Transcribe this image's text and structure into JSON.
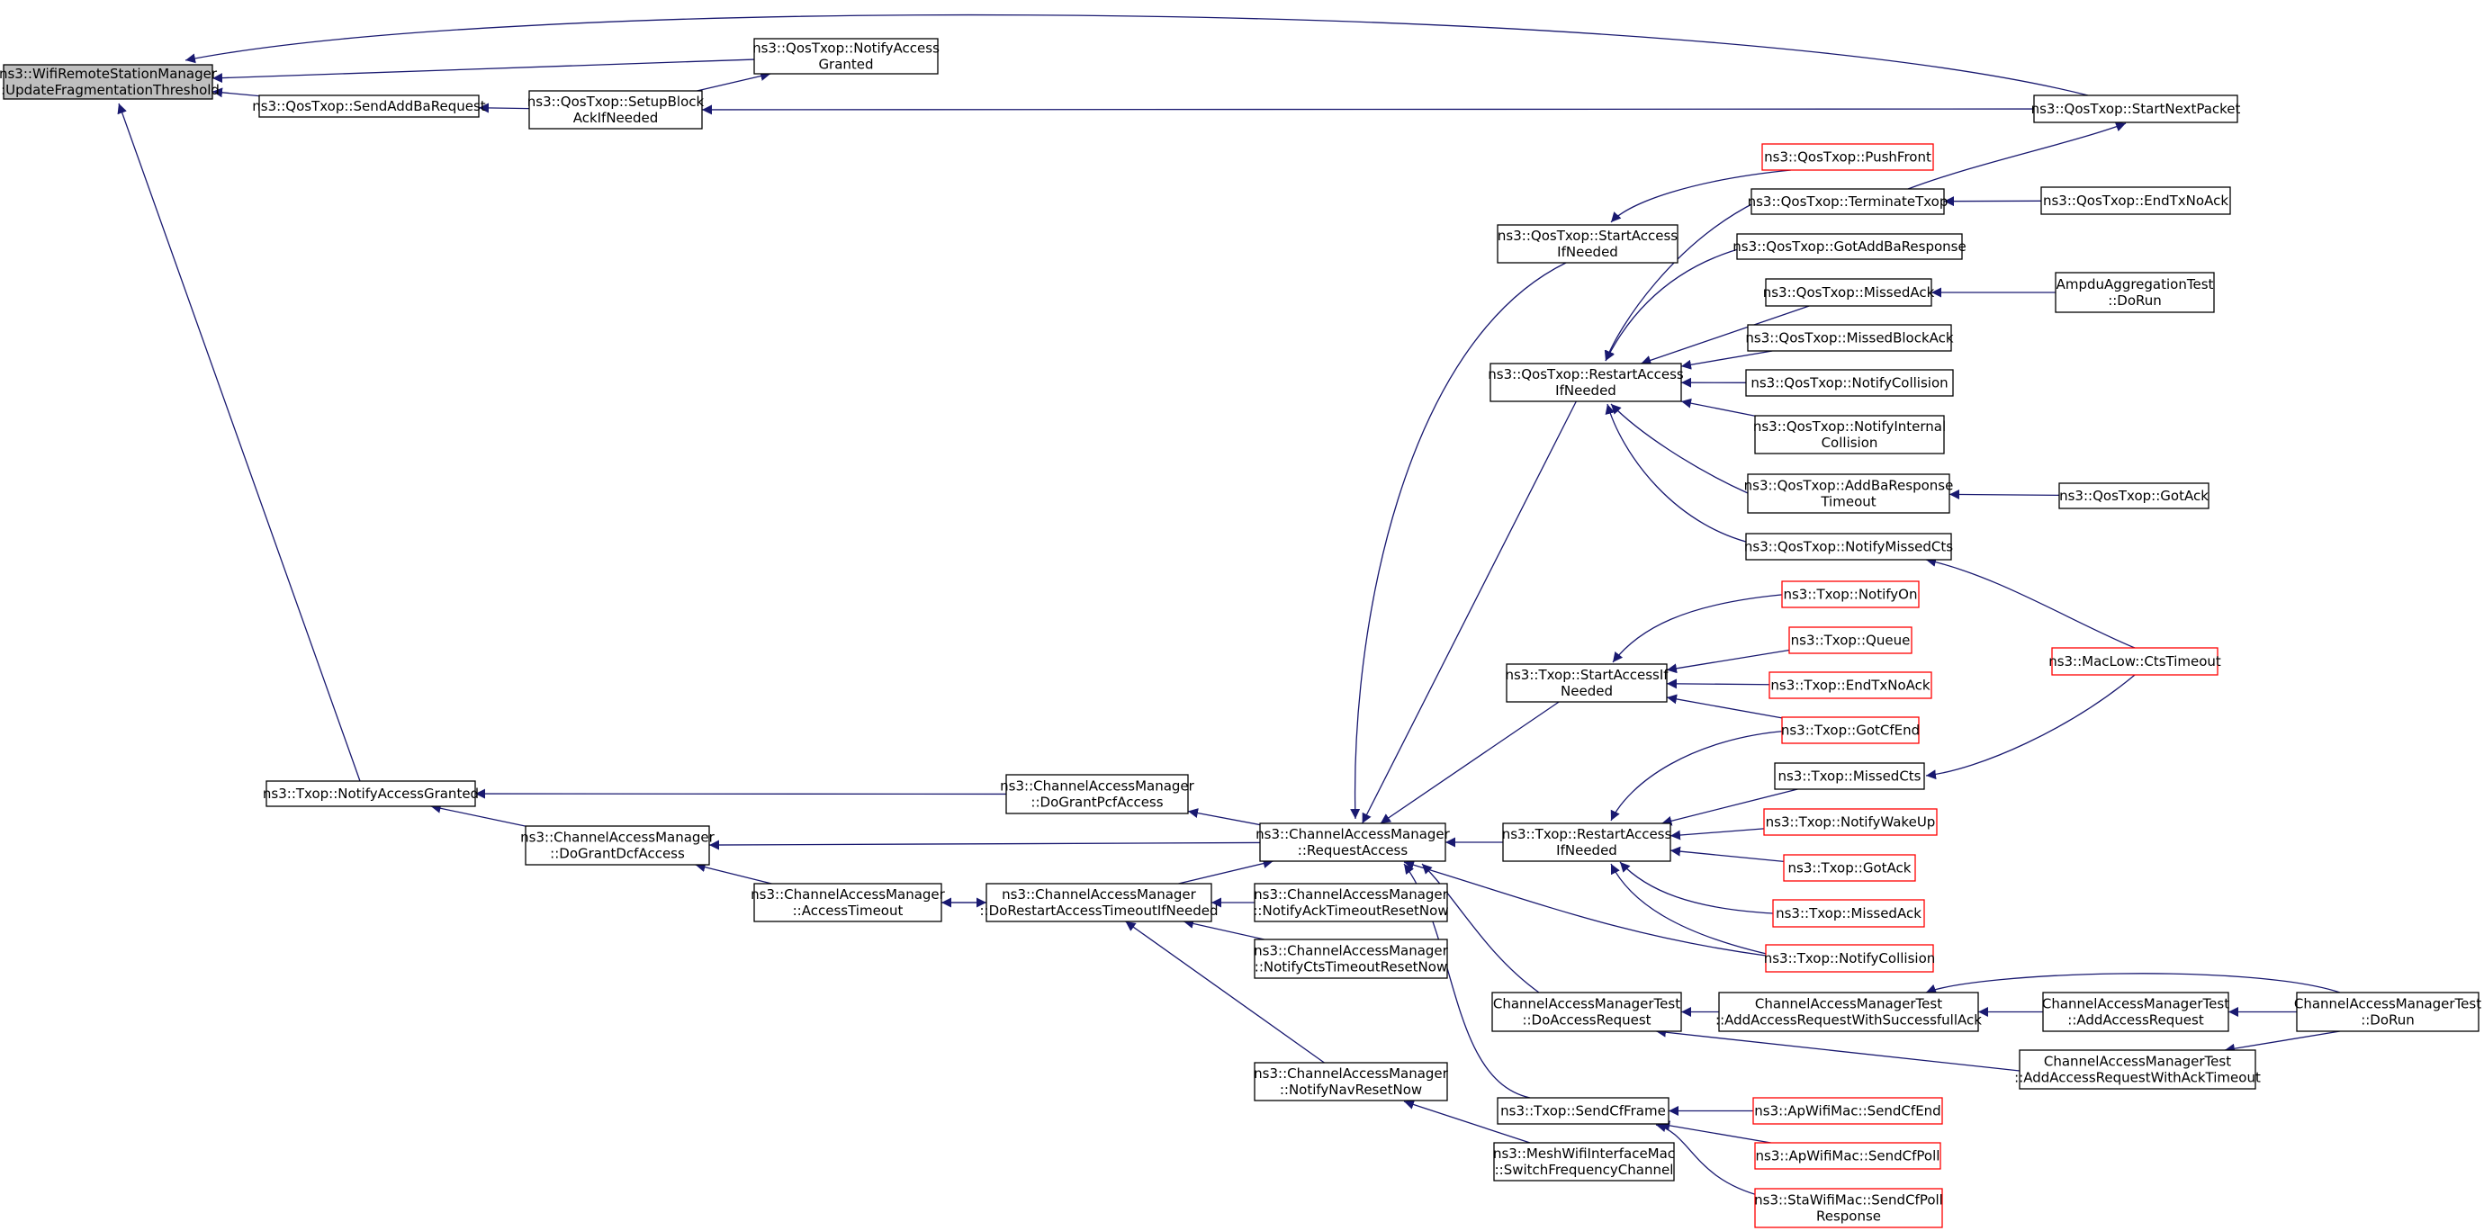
{
  "diagram": {
    "nodes": [
      {
        "id": "root",
        "lines": [
          "ns3::WifiRemoteStationManager",
          "::UpdateFragmentationThreshold"
        ],
        "border": "black",
        "selected": true
      },
      {
        "id": "qos_nag",
        "lines": [
          "ns3::QosTxop::NotifyAccess",
          "Granted"
        ],
        "border": "black"
      },
      {
        "id": "qos_sendaddba",
        "lines": [
          "ns3::QosTxop::SendAddBaRequest"
        ],
        "border": "black"
      },
      {
        "id": "qos_setupblock",
        "lines": [
          "ns3::QosTxop::SetupBlock",
          "AckIfNeeded"
        ],
        "border": "black"
      },
      {
        "id": "qos_startnext",
        "lines": [
          "ns3::QosTxop::StartNextPacket"
        ],
        "border": "black"
      },
      {
        "id": "qos_pushfront",
        "lines": [
          "ns3::QosTxop::PushFront"
        ],
        "border": "red"
      },
      {
        "id": "qos_terminate",
        "lines": [
          "ns3::QosTxop::TerminateTxop"
        ],
        "border": "black"
      },
      {
        "id": "qos_endtxnoack",
        "lines": [
          "ns3::QosTxop::EndTxNoAck"
        ],
        "border": "black"
      },
      {
        "id": "qos_startaccess",
        "lines": [
          "ns3::QosTxop::StartAccess",
          "IfNeeded"
        ],
        "border": "black"
      },
      {
        "id": "qos_gotaddba",
        "lines": [
          "ns3::QosTxop::GotAddBaResponse"
        ],
        "border": "black"
      },
      {
        "id": "qos_missedack",
        "lines": [
          "ns3::QosTxop::MissedAck"
        ],
        "border": "black"
      },
      {
        "id": "ampdu",
        "lines": [
          "AmpduAggregationTest",
          "::DoRun"
        ],
        "border": "black"
      },
      {
        "id": "qos_missedblock",
        "lines": [
          "ns3::QosTxop::MissedBlockAck"
        ],
        "border": "black"
      },
      {
        "id": "qos_restart",
        "lines": [
          "ns3::QosTxop::RestartAccess",
          "IfNeeded"
        ],
        "border": "black"
      },
      {
        "id": "qos_notifycoll",
        "lines": [
          "ns3::QosTxop::NotifyCollision"
        ],
        "border": "black"
      },
      {
        "id": "qos_notifyint",
        "lines": [
          "ns3::QosTxop::NotifyInternal",
          "Collision"
        ],
        "border": "black"
      },
      {
        "id": "qos_addbatimeout",
        "lines": [
          "ns3::QosTxop::AddBaResponse",
          "Timeout"
        ],
        "border": "black"
      },
      {
        "id": "qos_gotack",
        "lines": [
          "ns3::QosTxop::GotAck"
        ],
        "border": "black"
      },
      {
        "id": "qos_missedcts",
        "lines": [
          "ns3::QosTxop::NotifyMissedCts"
        ],
        "border": "black"
      },
      {
        "id": "tx_notifyon",
        "lines": [
          "ns3::Txop::NotifyOn"
        ],
        "border": "red"
      },
      {
        "id": "tx_queue",
        "lines": [
          "ns3::Txop::Queue"
        ],
        "border": "red"
      },
      {
        "id": "tx_startaccess",
        "lines": [
          "ns3::Txop::StartAccessIf",
          "Needed"
        ],
        "border": "black"
      },
      {
        "id": "tx_endtxnoack",
        "lines": [
          "ns3::Txop::EndTxNoAck"
        ],
        "border": "red"
      },
      {
        "id": "maclow_cts",
        "lines": [
          "ns3::MacLow::CtsTimeout"
        ],
        "border": "red"
      },
      {
        "id": "tx_gotcfend",
        "lines": [
          "ns3::Txop::GotCfEnd"
        ],
        "border": "red"
      },
      {
        "id": "tx_missedcts",
        "lines": [
          "ns3::Txop::MissedCts"
        ],
        "border": "black"
      },
      {
        "id": "tx_nag",
        "lines": [
          "ns3::Txop::NotifyAccessGranted"
        ],
        "border": "black"
      },
      {
        "id": "cam_dogrant_pcf",
        "lines": [
          "ns3::ChannelAccessManager",
          "::DoGrantPcfAccess"
        ],
        "border": "black"
      },
      {
        "id": "cam_dogrant_dcf",
        "lines": [
          "ns3::ChannelAccessManager",
          "::DoGrantDcfAccess"
        ],
        "border": "black"
      },
      {
        "id": "cam_reqaccess",
        "lines": [
          "ns3::ChannelAccessManager",
          "::RequestAccess"
        ],
        "border": "black"
      },
      {
        "id": "tx_restart",
        "lines": [
          "ns3::Txop::RestartAccess",
          "IfNeeded"
        ],
        "border": "black"
      },
      {
        "id": "tx_wakeup",
        "lines": [
          "ns3::Txop::NotifyWakeUp"
        ],
        "border": "red"
      },
      {
        "id": "tx_gotack",
        "lines": [
          "ns3::Txop::GotAck"
        ],
        "border": "red"
      },
      {
        "id": "cam_accesstimeout",
        "lines": [
          "ns3::ChannelAccessManager",
          "::AccessTimeout"
        ],
        "border": "black"
      },
      {
        "id": "cam_dorestart",
        "lines": [
          "ns3::ChannelAccessManager",
          "::DoRestartAccessTimeoutIfNeeded"
        ],
        "border": "black"
      },
      {
        "id": "cam_ackreset",
        "lines": [
          "ns3::ChannelAccessManager",
          "::NotifyAckTimeoutResetNow"
        ],
        "border": "black"
      },
      {
        "id": "tx_missedack",
        "lines": [
          "ns3::Txop::MissedAck"
        ],
        "border": "red"
      },
      {
        "id": "tx_notifycoll",
        "lines": [
          "ns3::Txop::NotifyCollision"
        ],
        "border": "red"
      },
      {
        "id": "cam_ctsreset",
        "lines": [
          "ns3::ChannelAccessManager",
          "::NotifyCtsTimeoutResetNow"
        ],
        "border": "black"
      },
      {
        "id": "camt_doaccess",
        "lines": [
          "ChannelAccessManagerTest",
          "::DoAccessRequest"
        ],
        "border": "black"
      },
      {
        "id": "camt_addsuccess",
        "lines": [
          "ChannelAccessManagerTest",
          "::AddAccessRequestWithSuccessfullAck"
        ],
        "border": "black"
      },
      {
        "id": "camt_addreq",
        "lines": [
          "ChannelAccessManagerTest",
          "::AddAccessRequest"
        ],
        "border": "black"
      },
      {
        "id": "camt_dorun",
        "lines": [
          "ChannelAccessManagerTest",
          "::DoRun"
        ],
        "border": "black"
      },
      {
        "id": "camt_addack",
        "lines": [
          "ChannelAccessManagerTest",
          "::AddAccessRequestWithAckTimeout"
        ],
        "border": "black"
      },
      {
        "id": "cam_navreset",
        "lines": [
          "ns3::ChannelAccessManager",
          "::NotifyNavResetNow"
        ],
        "border": "black"
      },
      {
        "id": "tx_sendcfframe",
        "lines": [
          "ns3::Txop::SendCfFrame"
        ],
        "border": "black"
      },
      {
        "id": "ap_sendcfend",
        "lines": [
          "ns3::ApWifiMac::SendCfEnd"
        ],
        "border": "red"
      },
      {
        "id": "ap_sendcfpoll",
        "lines": [
          "ns3::ApWifiMac::SendCfPoll"
        ],
        "border": "red"
      },
      {
        "id": "mesh_switch",
        "lines": [
          "ns3::MeshWifiInterfaceMac",
          "::SwitchFrequencyChannel"
        ],
        "border": "black"
      },
      {
        "id": "sta_sendcfpoll",
        "lines": [
          "ns3::StaWifiMac::SendCfPoll",
          "Response"
        ],
        "border": "red"
      }
    ],
    "edges": [
      [
        "qos_startnext",
        "root"
      ],
      [
        "qos_nag",
        "root"
      ],
      [
        "qos_sendaddba",
        "root"
      ],
      [
        "tx_nag",
        "root"
      ],
      [
        "qos_setupblock",
        "qos_sendaddba"
      ],
      [
        "qos_setupblock",
        "qos_nag"
      ],
      [
        "qos_startnext",
        "qos_setupblock"
      ],
      [
        "qos_terminate",
        "qos_startnext"
      ],
      [
        "qos_pushfront",
        "qos_startaccess"
      ],
      [
        "qos_endtxnoack",
        "qos_terminate"
      ],
      [
        "qos_startaccess",
        "cam_reqaccess"
      ],
      [
        "qos_restart",
        "cam_reqaccess"
      ],
      [
        "qos_terminate",
        "qos_restart"
      ],
      [
        "qos_gotaddba",
        "qos_restart"
      ],
      [
        "qos_missedack",
        "qos_restart"
      ],
      [
        "qos_missedblock",
        "qos_restart"
      ],
      [
        "qos_notifycoll",
        "qos_restart"
      ],
      [
        "qos_notifyint",
        "qos_restart"
      ],
      [
        "qos_addbatimeout",
        "qos_restart"
      ],
      [
        "qos_missedcts",
        "qos_restart"
      ],
      [
        "ampdu",
        "qos_missedack"
      ],
      [
        "qos_gotack",
        "qos_addbatimeout"
      ],
      [
        "maclow_cts",
        "qos_missedcts"
      ],
      [
        "tx_startaccess",
        "cam_reqaccess"
      ],
      [
        "tx_notifyon",
        "tx_startaccess"
      ],
      [
        "tx_queue",
        "tx_startaccess"
      ],
      [
        "tx_endtxnoack",
        "tx_startaccess"
      ],
      [
        "tx_gotcfend",
        "tx_startaccess"
      ],
      [
        "maclow_cts",
        "tx_missedcts"
      ],
      [
        "tx_restart",
        "cam_reqaccess"
      ],
      [
        "tx_gotcfend",
        "tx_restart"
      ],
      [
        "tx_missedcts",
        "tx_restart"
      ],
      [
        "tx_wakeup",
        "tx_restart"
      ],
      [
        "tx_gotack",
        "tx_restart"
      ],
      [
        "tx_missedack",
        "tx_restart"
      ],
      [
        "tx_notifycoll",
        "tx_restart"
      ],
      [
        "tx_notifycoll",
        "cam_reqaccess"
      ],
      [
        "cam_dogrant_pcf",
        "tx_nag"
      ],
      [
        "cam_dogrant_dcf",
        "tx_nag"
      ],
      [
        "cam_reqaccess",
        "cam_dogrant_pcf"
      ],
      [
        "cam_reqaccess",
        "cam_dogrant_dcf"
      ],
      [
        "cam_accesstimeout",
        "cam_dogrant_dcf"
      ],
      [
        "cam_dorestart",
        "cam_accesstimeout"
      ],
      [
        "cam_accesstimeout",
        "cam_dorestart"
      ],
      [
        "cam_dorestart",
        "cam_reqaccess"
      ],
      [
        "cam_ackreset",
        "cam_dorestart"
      ],
      [
        "cam_ctsreset",
        "cam_dorestart"
      ],
      [
        "cam_navreset",
        "cam_dorestart"
      ],
      [
        "camt_doaccess",
        "cam_reqaccess"
      ],
      [
        "tx_sendcfframe",
        "cam_reqaccess"
      ],
      [
        "camt_addsuccess",
        "camt_doaccess"
      ],
      [
        "camt_addack",
        "camt_doaccess"
      ],
      [
        "camt_addreq",
        "camt_addsuccess"
      ],
      [
        "camt_dorun",
        "camt_addsuccess"
      ],
      [
        "camt_dorun",
        "camt_addreq"
      ],
      [
        "camt_dorun",
        "camt_addack"
      ],
      [
        "ap_sendcfend",
        "tx_sendcfframe"
      ],
      [
        "ap_sendcfpoll",
        "tx_sendcfframe"
      ],
      [
        "sta_sendcfpoll",
        "tx_sendcfframe"
      ],
      [
        "mesh_switch",
        "cam_navreset"
      ]
    ]
  }
}
